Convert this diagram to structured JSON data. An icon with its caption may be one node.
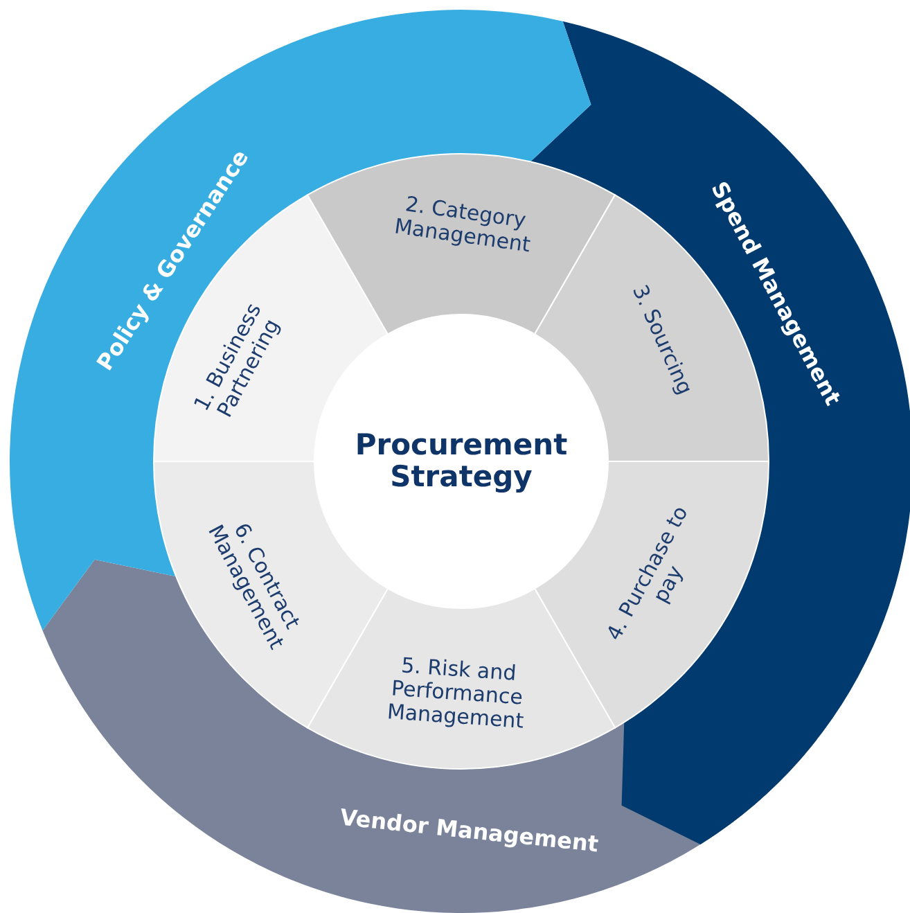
{
  "diagram": {
    "nodes": [
      {
        "text": [
          "Procurement Strategy"
        ]
      },
      {
        "text": [
          "1. Business Partnering"
        ]
      },
      {
        "text": [
          "2. Category Management"
        ]
      },
      {
        "text": [
          "3. Sourcing"
        ]
      },
      {
        "text": [
          "4. Purchase to pay"
        ]
      },
      {
        "text": [
          "5. Risk and Performance Management"
        ]
      },
      {
        "text": [
          "6. Contract Management"
        ]
      },
      {
        "text": [
          "Policy & Governance"
        ]
      },
      {
        "text": [
          "Spend Management"
        ]
      },
      {
        "text": [
          "Vendor Management"
        ]
      }
    ]
  }
}
